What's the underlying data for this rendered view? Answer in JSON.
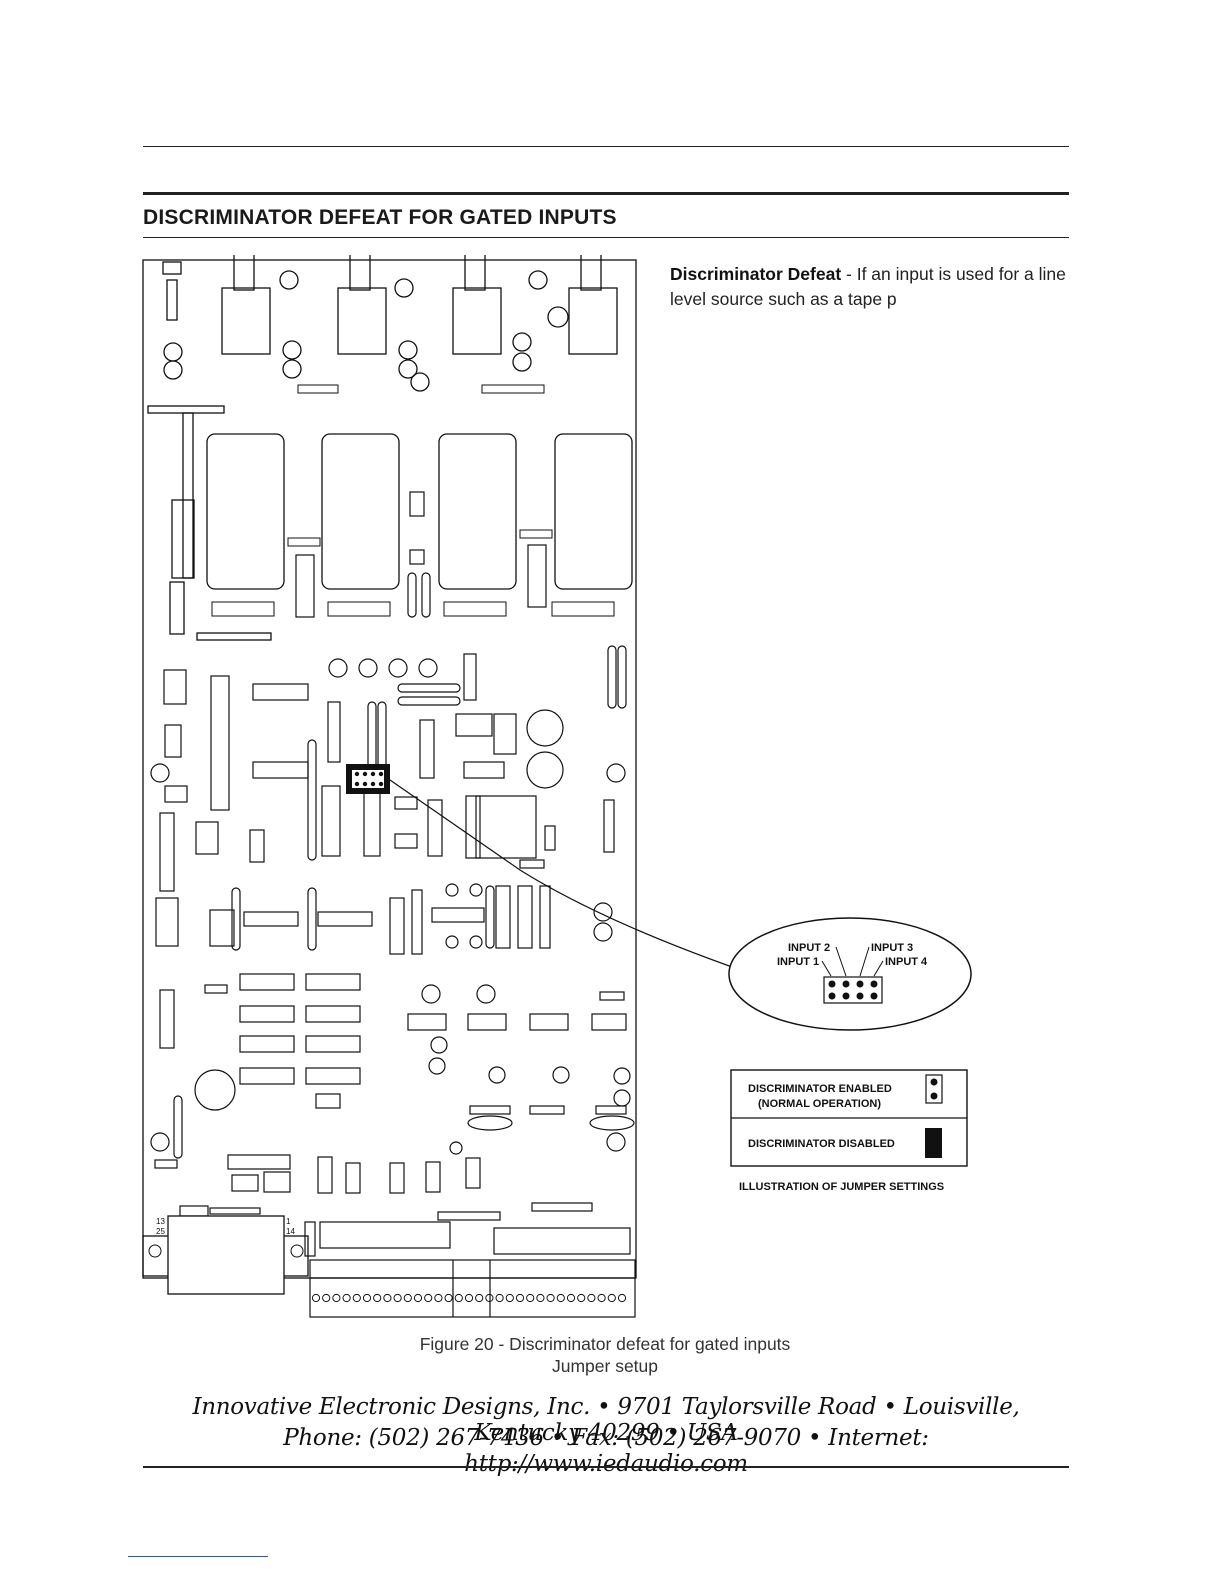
{
  "header": {
    "title": "DISCRIMINATOR DEFEAT FOR GATED INPUTS"
  },
  "body": {
    "lead": "Discriminator Defeat",
    "text": " - If an input is used for a line level source such as a tape p"
  },
  "figure": {
    "callout_labels": {
      "input1": "INPUT 1",
      "input2": "INPUT 2",
      "input3": "INPUT 3",
      "input4": "INPUT 4"
    },
    "legend": {
      "enabled": "DISCRIMINATOR ENABLED",
      "enabled_sub": "(NORMAL OPERATION)",
      "disabled": "DISCRIMINATOR DISABLED",
      "caption": "ILLUSTRATION OF JUMPER SETTINGS"
    },
    "connector_labels": {
      "p13": "13",
      "p25": "25",
      "p1": "1",
      "p14": "14"
    },
    "caption_line1": "Figure 20 - Discriminator defeat for gated inputs",
    "caption_line2": "Jumper setup"
  },
  "footer": {
    "line1": "Innovative Electronic Designs, Inc. • 9701 Taylorsville Road • Louisville, Kentucky 40299 • USA",
    "line2": "Phone: (502) 267-7436 • Fax: (502) 267-9070 • Internet: http://www.iedaudio.com"
  }
}
